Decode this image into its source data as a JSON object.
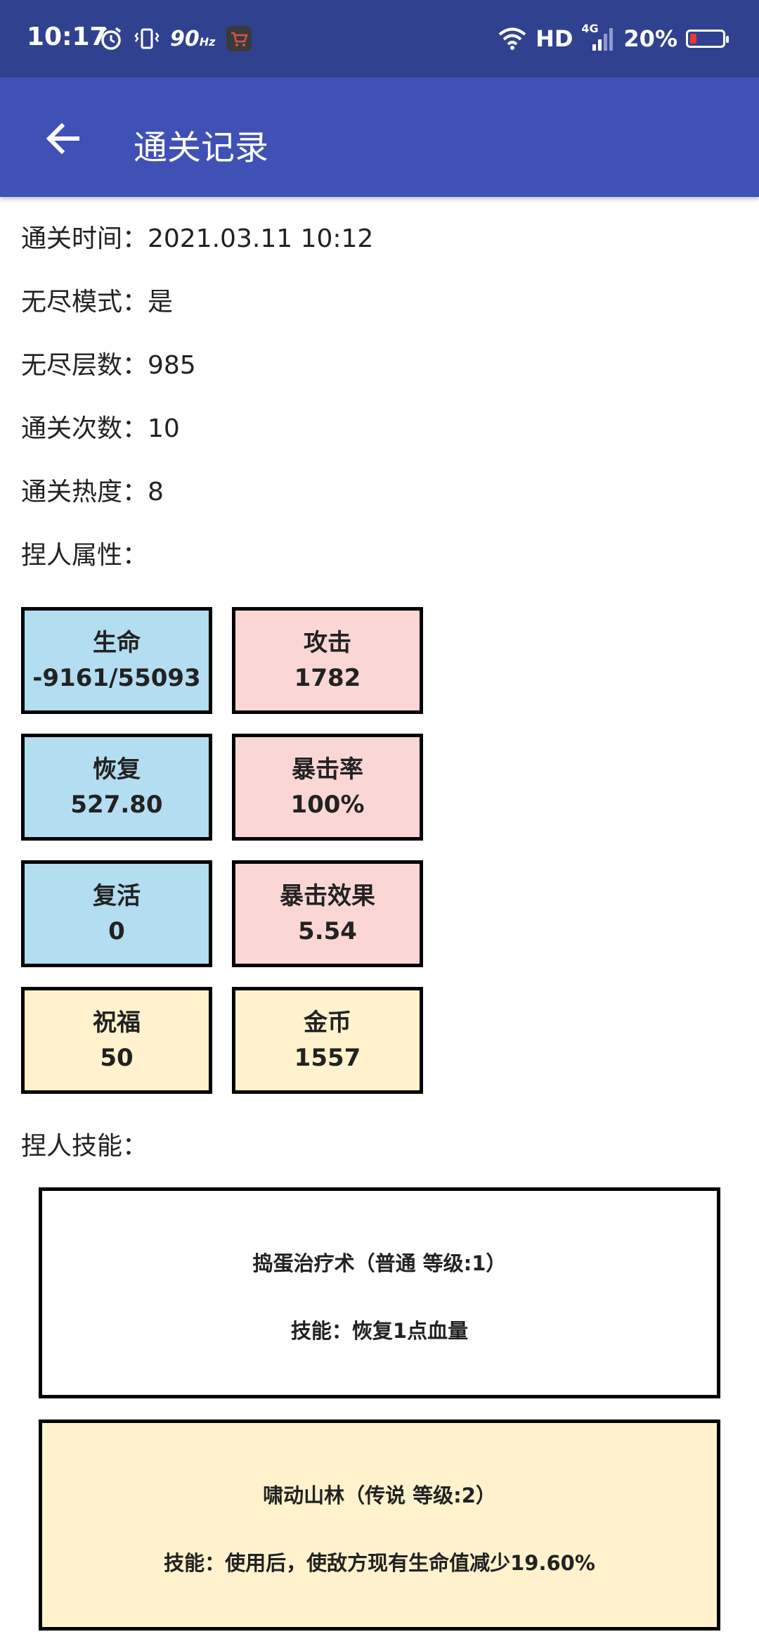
{
  "status_bar": {
    "time": "10:17",
    "refresh_rate": "90",
    "refresh_unit": "Hz",
    "network": "HD",
    "signal_type": "4G",
    "battery": "20%",
    "battery_level": 0.2,
    "battery_color": "#e53935",
    "bg_color": "#30428f"
  },
  "app_bar": {
    "title": "通关记录",
    "back_icon": "arrow-left-icon",
    "color": "#3f51b5"
  },
  "record": {
    "clear_time": "通关时间：2021.03.11 10:12",
    "endless_mode": "无尽模式：是",
    "endless_layers": "无尽层数：985",
    "clear_count": "通关次数：10",
    "clear_heat": "通关热度：8",
    "attributes_label": "捏人属性：",
    "skills_label": "捏人技能："
  },
  "attributes": [
    {
      "label": "生命",
      "value": "-9161/55093",
      "color": "#b3ddf0"
    },
    {
      "label": "攻击",
      "value": "1782",
      "color": "#fad7d4"
    },
    {
      "label": "恢复",
      "value": "527.80",
      "color": "#b3ddf0"
    },
    {
      "label": "暴击率",
      "value": "100%",
      "color": "#fad7d4"
    },
    {
      "label": "复活",
      "value": "0",
      "color": "#b3ddf0"
    },
    {
      "label": "暴击效果",
      "value": "5.54",
      "color": "#fad7d4"
    },
    {
      "label": "祝福",
      "value": "50",
      "color": "#fff2cc"
    },
    {
      "label": "金币",
      "value": "1557",
      "color": "#fff2cc"
    }
  ],
  "skills": [
    {
      "name": "捣蛋治疗术（普通 等级:1）",
      "description": "技能：恢复1点血量",
      "color": "#ffffff"
    },
    {
      "name": "啸动山林（传说 等级:2）",
      "description": "技能：使用后，使敌方现有生命值减少19.60%",
      "color": "#fff2cc"
    }
  ]
}
